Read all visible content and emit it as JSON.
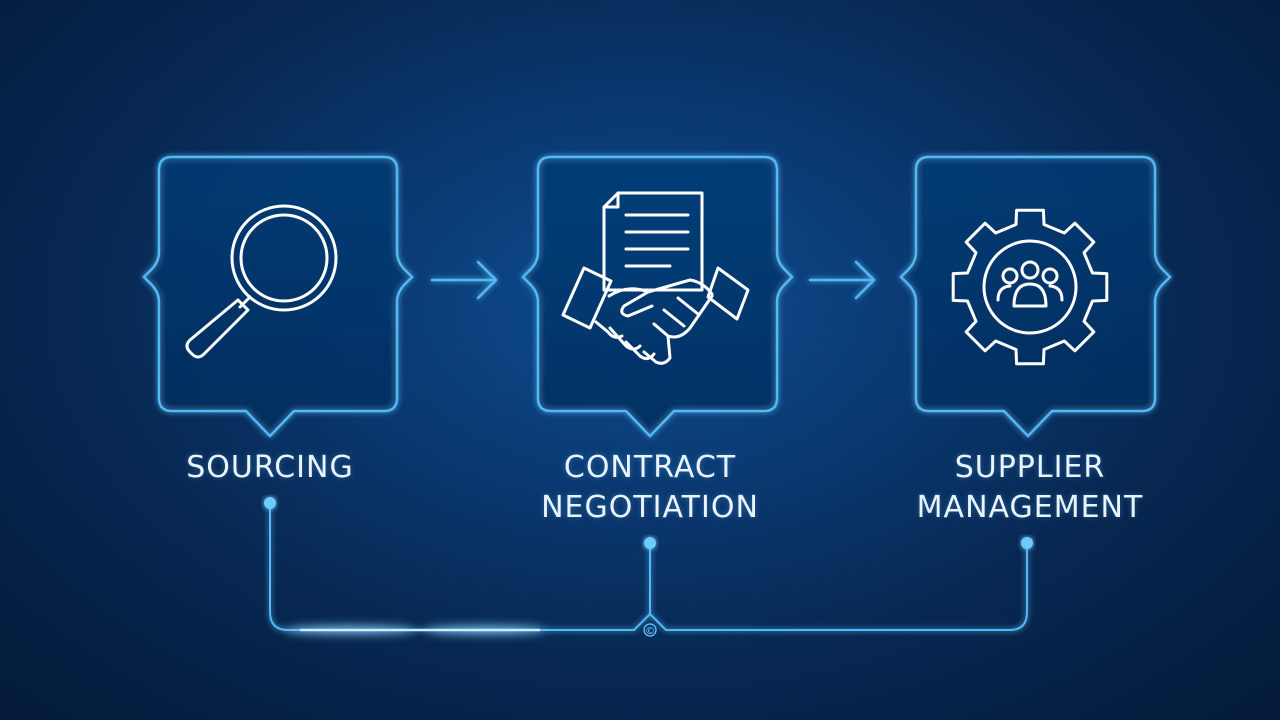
{
  "stages": [
    {
      "id": "sourcing",
      "label_lines": [
        "SOURCING"
      ],
      "icon": "magnifying-glass-icon"
    },
    {
      "id": "contract",
      "label_lines": [
        "CONTRACT",
        "NEGOTIATION"
      ],
      "icon": "contract-handshake-icon"
    },
    {
      "id": "supplier",
      "label_lines": [
        "SUPPLIER",
        "MANAGEMENT"
      ],
      "icon": "gear-people-icon"
    }
  ],
  "connector_symbol": "©",
  "colors": {
    "outline": "#52b8f4",
    "glow": "#3aa0ff",
    "icon_stroke": "#ffffff",
    "label": "#e8f4ff",
    "background_center": "#0d4c8f",
    "background_edge": "#041a39"
  }
}
